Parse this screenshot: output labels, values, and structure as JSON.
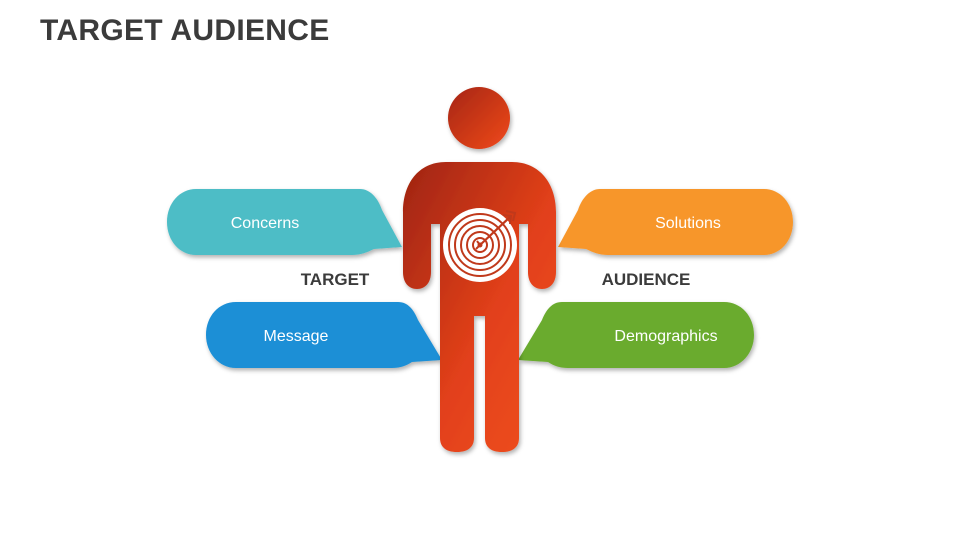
{
  "title": "TARGET AUDIENCE",
  "labels": {
    "left": "TARGET",
    "right": "AUDIENCE"
  },
  "callouts": {
    "concerns": {
      "label": "Concerns",
      "color": "#4dbdc6"
    },
    "solutions": {
      "label": "Solutions",
      "color": "#f7962b"
    },
    "message": {
      "label": "Message",
      "color": "#1d8fd6"
    },
    "demographics": {
      "label": "Demographics",
      "color": "#6aab2e"
    }
  },
  "figure": {
    "icon": "person-icon",
    "center_icon": "target-with-arrow-icon",
    "color_dark": "#a8260f",
    "color_light": "#e8421a"
  }
}
